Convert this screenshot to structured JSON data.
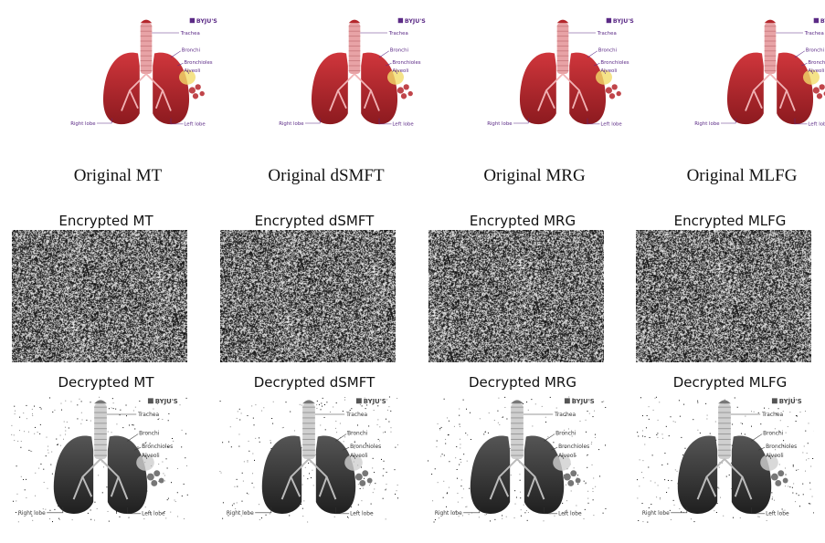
{
  "brand": "BYJU'S",
  "lung_labels": {
    "trachea": "Trachea",
    "bronchi": "Bronchi",
    "bronchioles": "Bronchioles",
    "alveoli": "Alveoli",
    "right_lobe": "Right lobe",
    "left_lobe": "Left lobe"
  },
  "columns": [
    {
      "key": "mt",
      "original_title": "Original MT",
      "encrypted_title": "Encrypted MT",
      "decrypted_title": "Decrypted MT"
    },
    {
      "key": "dsmft",
      "original_title": "Original dSMFT",
      "encrypted_title": "Encrypted dSMFT",
      "decrypted_title": "Decrypted dSMFT"
    },
    {
      "key": "mrg",
      "original_title": "Original MRG",
      "encrypted_title": "Encrypted MRG",
      "decrypted_title": "Decrypted MRG"
    },
    {
      "key": "mlfg",
      "original_title": "Original MLFG",
      "encrypted_title": "Encrypted MLFG",
      "decrypted_title": "Decrypted MLFG"
    }
  ],
  "colors": {
    "lung_red": "#b3262b",
    "lung_dark": "#7a1418",
    "trachea_pink": "#e8a3a6",
    "alveoli_yellow": "#f3dc6a",
    "label_purple": "#5b2a86",
    "lung_gray": "#3a3a3a"
  }
}
